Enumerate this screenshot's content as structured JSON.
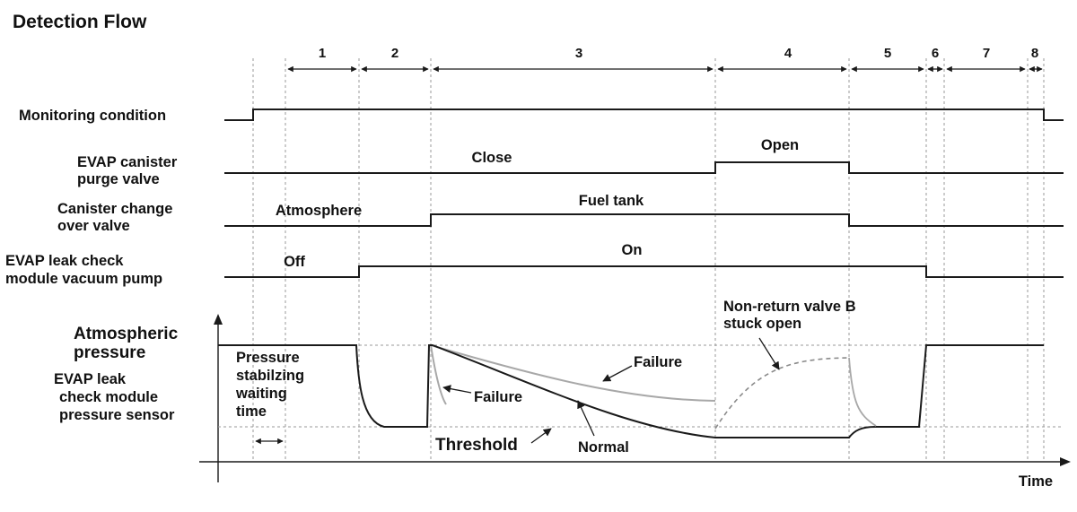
{
  "title": "Detection Flow",
  "phases": [
    "1",
    "2",
    "3",
    "4",
    "5",
    "6",
    "7",
    "8"
  ],
  "signals": {
    "monitoring": {
      "label": "Monitoring condition"
    },
    "purge": {
      "label_line1": "EVAP canister",
      "label_line2": "purge valve",
      "state_close": "Close",
      "state_open": "Open"
    },
    "changeover": {
      "label_line1": "Canister change",
      "label_line2": "over valve",
      "state_atmosphere": "Atmosphere",
      "state_fueltank": "Fuel tank"
    },
    "pump": {
      "label_line1": "EVAP leak check",
      "label_line2": "module vacuum pump",
      "state_off": "Off",
      "state_on": "On"
    }
  },
  "pressure": {
    "atm_line1": "Atmospheric",
    "atm_line2": "pressure",
    "sensor_line1": "EVAP leak",
    "sensor_line2": "check module",
    "sensor_line3": "pressure sensor",
    "wait_line1": "Pressure",
    "wait_line2": "stabilzing",
    "wait_line3": "waiting",
    "wait_line4": "time",
    "failure_upper": "Failure",
    "failure_lower": "Failure",
    "normal": "Normal",
    "threshold": "Threshold",
    "nrv_line1": "Non-return valve B",
    "nrv_line2": "stuck open",
    "time_axis": "Time"
  }
}
